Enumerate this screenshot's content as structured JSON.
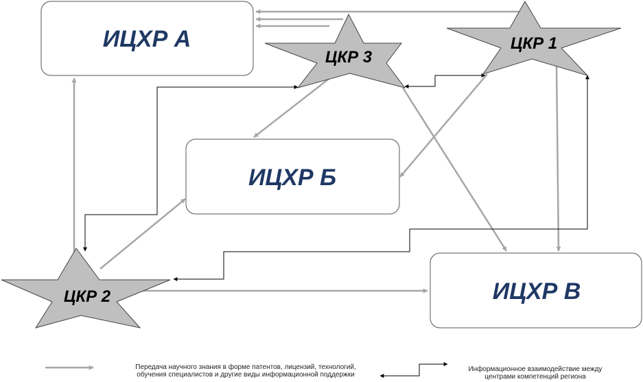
{
  "colors": {
    "transfer_arrow": "#a6a6a6",
    "interaction_arrow": "#000000",
    "star_fill": "#bfbfbf",
    "box_text": "#1f3864"
  },
  "nodes": {
    "ichr_a": "ИЦХР А",
    "ichr_b": "ИЦХР Б",
    "ichr_v": "ИЦХР В",
    "ckr_1": "ЦКР 1",
    "ckr_2": "ЦКР 2",
    "ckr_3": "ЦКР 3"
  },
  "legend": {
    "transfer_line1": "Передача научного знания в форме патентов, лицензий, технологий,",
    "transfer_line2": "обучения специалистов и другие виды информационной поддержки",
    "interaction_line1": "Информационное взаимодействие между",
    "interaction_line2": "центрами компетенций региона"
  }
}
